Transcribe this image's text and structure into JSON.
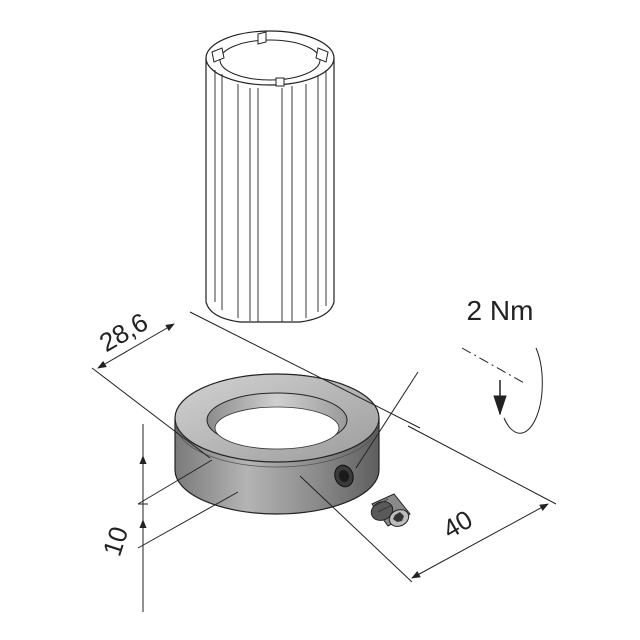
{
  "torque_label": "2 Nm",
  "dimensions": {
    "bore_diameter": "28,6",
    "outer_diameter": "40",
    "height": "10"
  },
  "colors": {
    "line": "#222222",
    "tube_fill": "#ffffff",
    "ring_top": "#bfbfbf",
    "ring_side": "#8f8f8f",
    "ring_side_dark": "#6f6f6f"
  }
}
